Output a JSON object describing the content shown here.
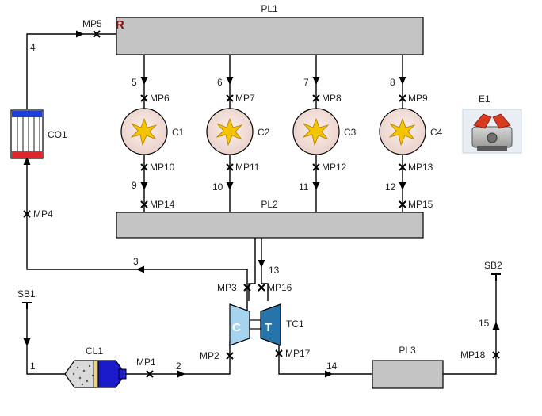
{
  "plenums": {
    "pl1": "PL1",
    "pl2": "PL2",
    "pl3": "PL3"
  },
  "cylinders": [
    "C1",
    "C2",
    "C3",
    "C4"
  ],
  "engine": "E1",
  "cooler": "CO1",
  "cleaner": "CL1",
  "turbo": {
    "label": "TC1",
    "compressor": "C",
    "turbine": "T"
  },
  "boundaries": {
    "sb1": "SB1",
    "sb2": "SB2"
  },
  "receiver_mark": "R",
  "pipes": {
    "p1": "1",
    "p2": "2",
    "p3": "3",
    "p4": "4",
    "p5": "5",
    "p6": "6",
    "p7": "7",
    "p8": "8",
    "p9": "9",
    "p10": "10",
    "p11": "11",
    "p12": "12",
    "p13": "13",
    "p14": "14",
    "p15": "15"
  },
  "measure_points": {
    "mp1": "MP1",
    "mp2": "MP2",
    "mp3": "MP3",
    "mp4": "MP4",
    "mp5": "MP5",
    "mp6": "MP6",
    "mp7": "MP7",
    "mp8": "MP8",
    "mp9": "MP9",
    "mp10": "MP10",
    "mp11": "MP11",
    "mp12": "MP12",
    "mp13": "MP13",
    "mp14": "MP14",
    "mp15": "MP15",
    "mp16": "MP16",
    "mp17": "MP17",
    "mp18": "MP18"
  },
  "colors": {
    "plenum": "#c4c4c4",
    "cylinder": "#f2dcd6",
    "spark": "#f5c400",
    "compressor": "#a6d3ee",
    "turbine": "#2674a9",
    "cooler_blue": "#1f3fd6",
    "cooler_red": "#e02828",
    "cleaner_body": "#1b1bcc",
    "receiver": "#8b1010"
  }
}
